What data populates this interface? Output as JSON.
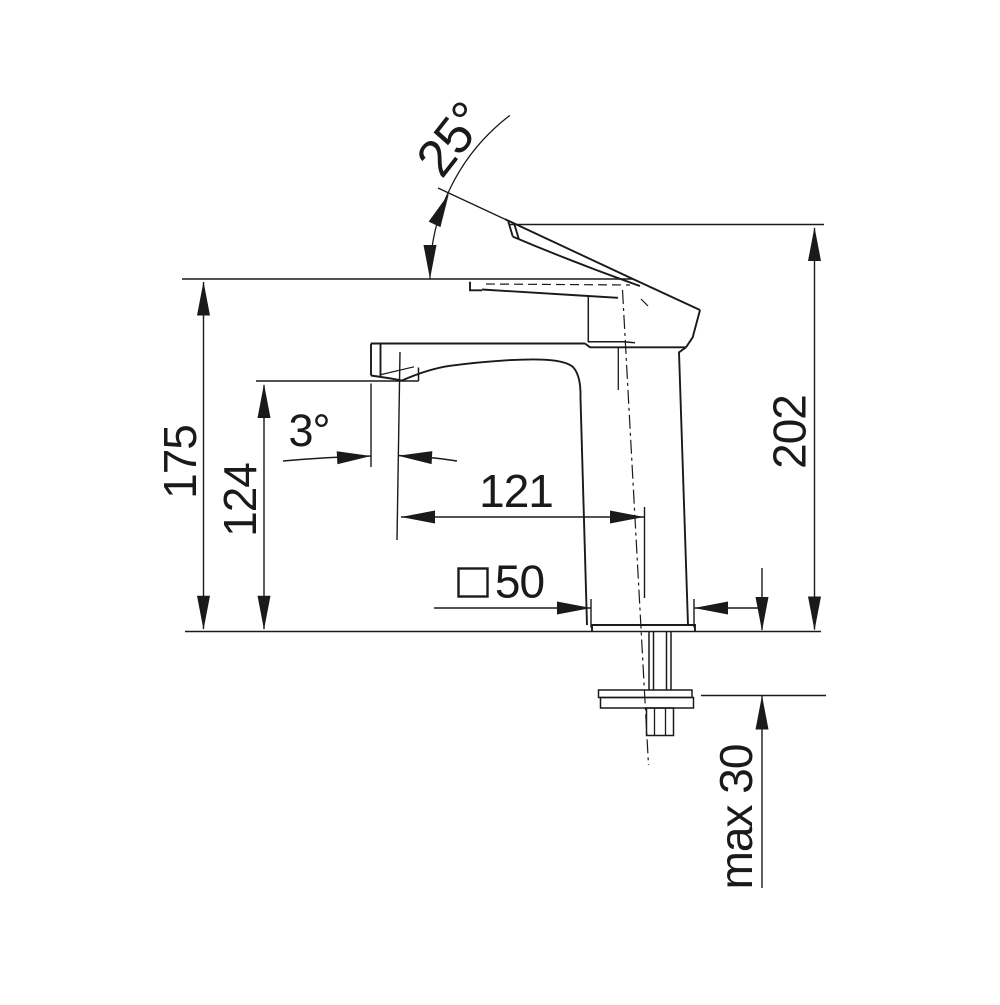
{
  "diagram": {
    "type": "technical-drawing",
    "subject": "single-lever basin mixer tap, side elevation with installation dimensions",
    "background_color": "#ffffff",
    "line_color": "#1a1a1a",
    "labels": {
      "d175": "175",
      "d124": "124",
      "d202": "202",
      "d121": "121",
      "d50": "50",
      "dmax30": "max 30",
      "a25": "25°",
      "a3": "3°"
    },
    "symbols": {
      "square_section": "□ (square section symbol before 50)"
    }
  }
}
